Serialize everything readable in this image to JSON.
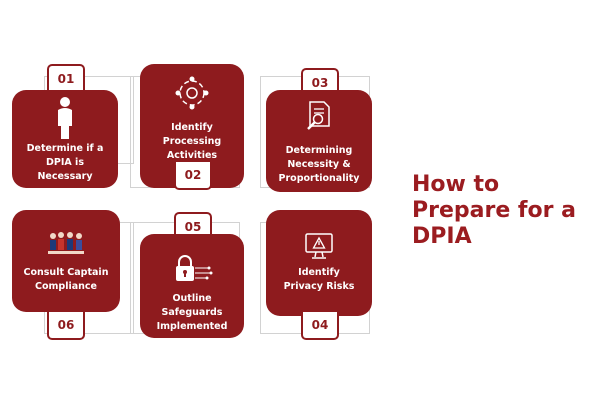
{
  "title": "How to\nPrepare for a\nDPIA",
  "steps": [
    {
      "number": "01",
      "label": "Determine if a\nDPIA is\nNecessary",
      "icon": "person-silhouette-icon"
    },
    {
      "number": "02",
      "label": "Identify\nProcessing\nActivities",
      "icon": "process-cycle-icon"
    },
    {
      "number": "03",
      "label": "Determining\nNecessity &\nProportionality",
      "icon": "document-magnifier-icon"
    },
    {
      "number": "04",
      "label": "Identify\nPrivacy Risks",
      "icon": "monitor-warning-icon"
    },
    {
      "number": "05",
      "label": "Outline\nSafeguards\nImplemented",
      "icon": "padlock-circuit-icon"
    },
    {
      "number": "06",
      "label": "Consult Captain\nCompliance",
      "icon": "captain-compliance-logo"
    }
  ],
  "colors": {
    "primary": "#8e1b1e",
    "title": "#9b1c20",
    "outline": "#d2d2d2",
    "background": "#ffffff"
  }
}
